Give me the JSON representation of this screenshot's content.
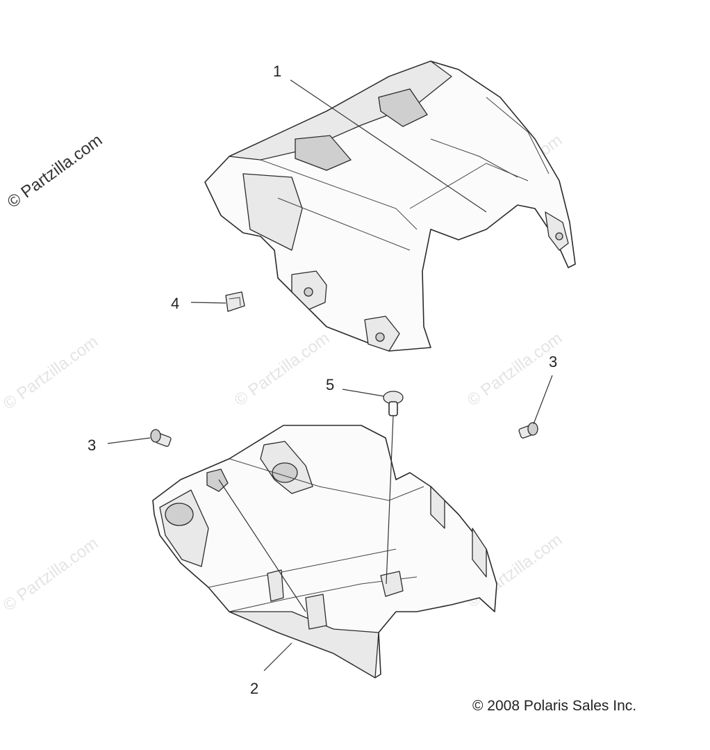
{
  "watermark": {
    "text": "© Partzilla.com"
  },
  "callouts": [
    {
      "label": "1"
    },
    {
      "label": "2"
    },
    {
      "label": "3"
    },
    {
      "label": "3"
    },
    {
      "label": "4"
    },
    {
      "label": "5"
    }
  ],
  "copyright": "© 2008 Polaris Sales Inc."
}
